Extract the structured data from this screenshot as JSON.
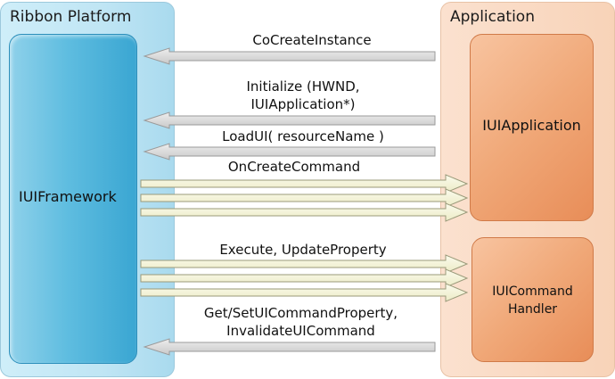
{
  "panels": {
    "left_title": "Ribbon Platform",
    "right_title": "Application"
  },
  "boxes": {
    "framework": "IUIFramework",
    "application": "IUIApplication",
    "handler_line1": "IUICommand",
    "handler_line2": "Handler"
  },
  "calls": {
    "cocreate": "CoCreateInstance",
    "initialize_line1": "Initialize (HWND,",
    "initialize_line2": "IUIApplication*)",
    "loadui": "LoadUI( resourceName )",
    "oncreate": "OnCreateCommand",
    "execute": "Execute, UpdateProperty",
    "getset_line1": "Get/SetUICommandProperty,",
    "getset_line2": "InvalidateUICommand"
  },
  "colors": {
    "left_arrow": "#d9d9d9",
    "right_arrow": "#f7f6d8",
    "framework_box": "#3aa6d2",
    "app_box": "#f0a878"
  }
}
